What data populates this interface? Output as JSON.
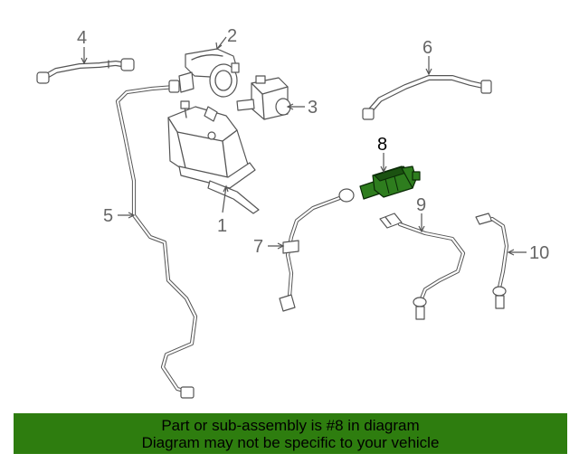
{
  "callouts": {
    "c1": "1",
    "c2": "2",
    "c3": "3",
    "c4": "4",
    "c5": "5",
    "c6": "6",
    "c7": "7",
    "c8": "8",
    "c9": "9",
    "c10": "10"
  },
  "highlight_color": "#2e7d1e",
  "banner": {
    "line1": "Part or sub-assembly is #8 in diagram",
    "line2": "Diagram may not be specific to your vehicle",
    "background": "#2e7d0f"
  }
}
